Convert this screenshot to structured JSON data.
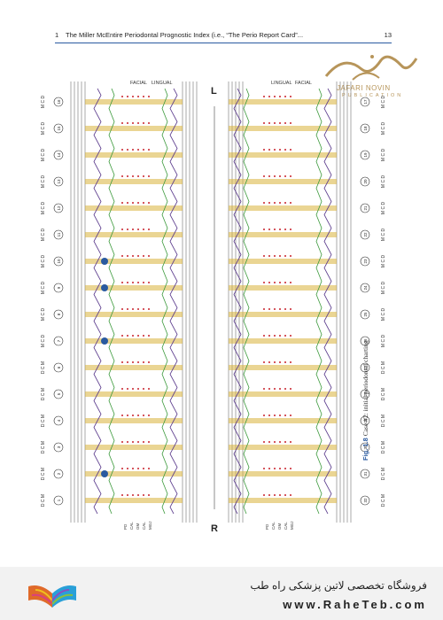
{
  "header": {
    "chapter_number": "1",
    "running_title": "The Miller McEntire Periodontal Prognostic Index (i.e., “The Perio Report Card”...",
    "page_number": "13"
  },
  "logo": {
    "brand": "JAFARI NOVIN",
    "subtitle": "PUBLICATION"
  },
  "chart": {
    "left_header": [
      "FACIAL",
      "LINGUAL"
    ],
    "right_header": [
      "LINGUAL",
      "FACIAL"
    ],
    "side_top": "L",
    "side_bottom": "R",
    "tooth_numbers_left": [
      "16",
      "15",
      "14",
      "13",
      "12",
      "11",
      "10",
      "9",
      "8",
      "7",
      "6",
      "5",
      "4",
      "3",
      "2",
      "1"
    ],
    "tooth_numbers_right": [
      "17",
      "18",
      "19",
      "20",
      "21",
      "22",
      "23",
      "24",
      "25",
      "26",
      "27",
      "28",
      "29",
      "30",
      "31",
      "32"
    ],
    "site_codes_mcd": "M C D",
    "site_codes_dcm": "D C M",
    "row_labels": [
      "PD",
      "CAL",
      "GM",
      "CAL",
      "MGJ"
    ],
    "colors": {
      "purple": "#5a3a8c",
      "green": "#3c9a3c",
      "red": "#c8202a",
      "gold": "#d8b23a",
      "blue": "#2a5aa0"
    }
  },
  "caption": {
    "label": "Fig. 1.8",
    "text": "Case #2: initial periodontal charting"
  },
  "footer": {
    "persian": "فروشگاه تخصصی لاتین پزشکی  راه طب",
    "url": "www.RaheTeb.com"
  }
}
